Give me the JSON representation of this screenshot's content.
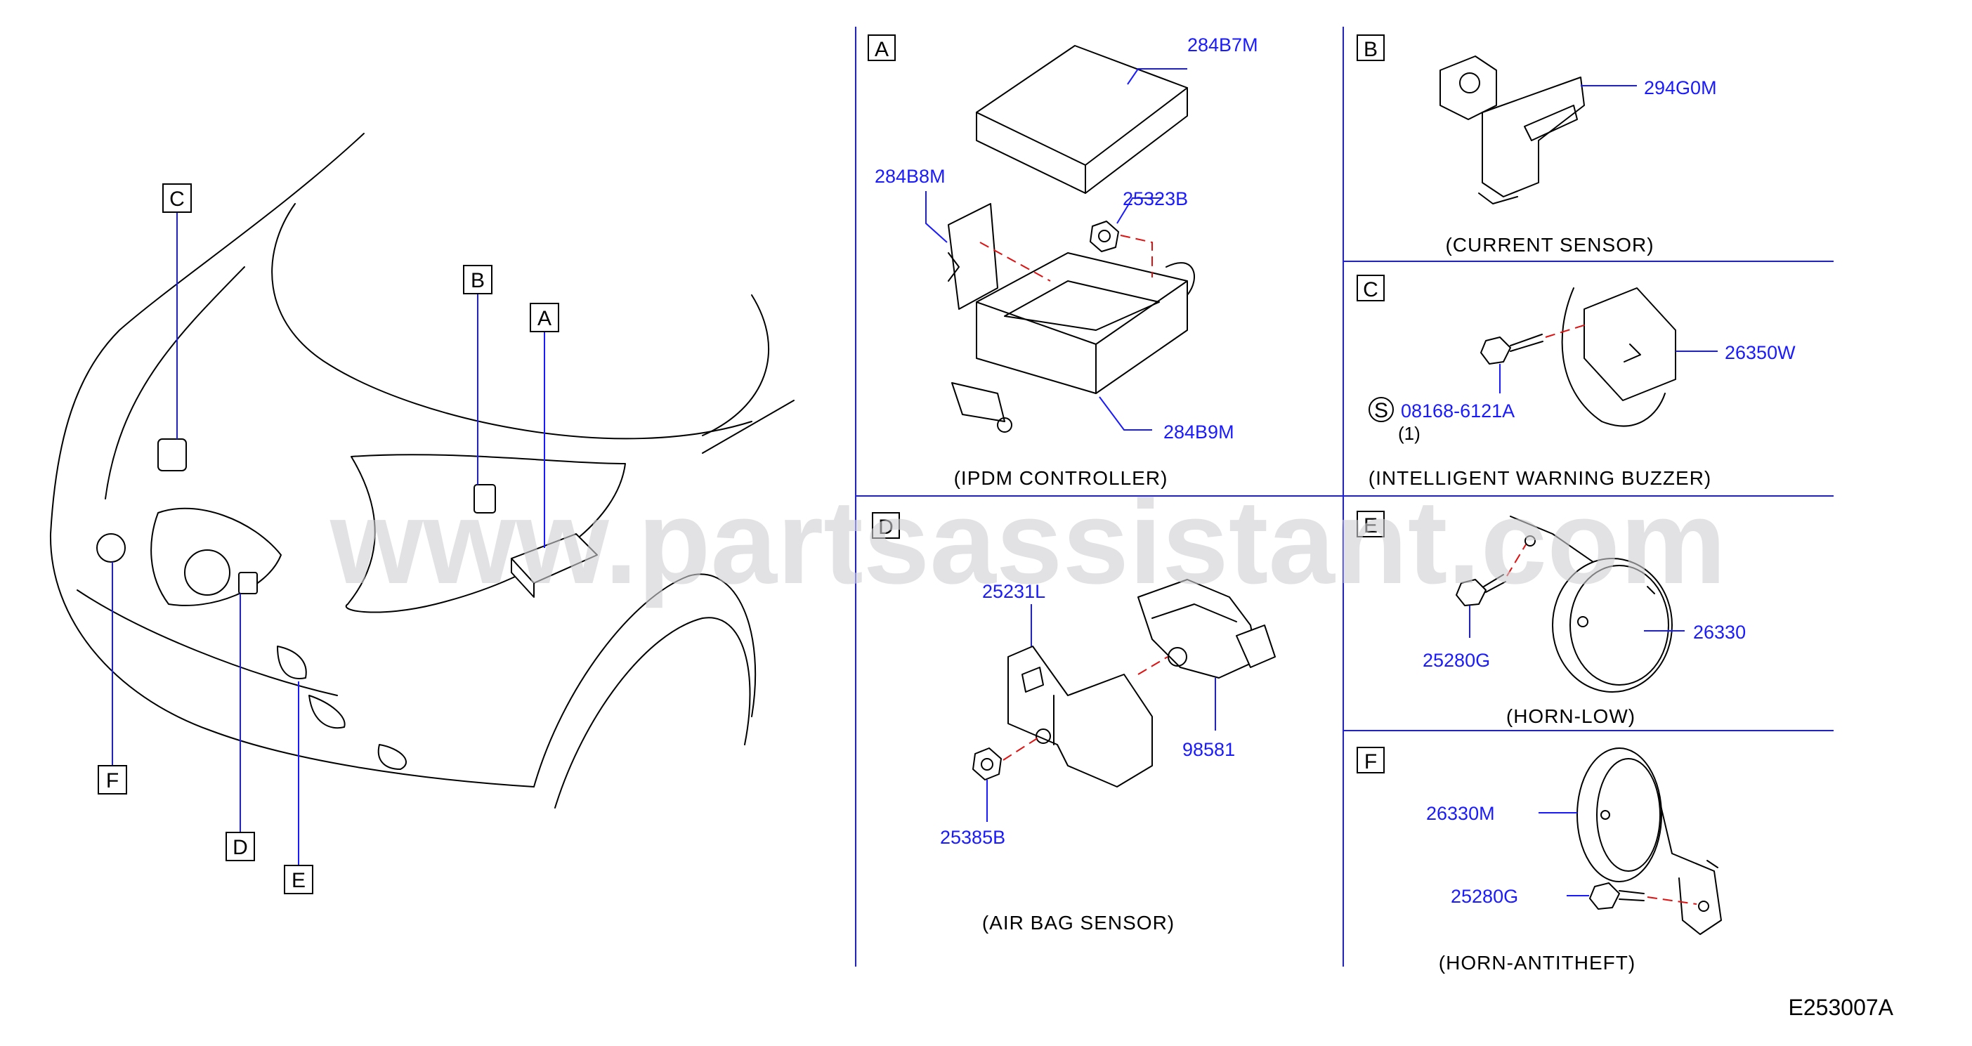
{
  "diagram": {
    "watermark": "www.partsassistant.com",
    "diagram_code": "E253007A",
    "overview_markers": [
      "A",
      "B",
      "C",
      "D",
      "E",
      "F"
    ],
    "panels": {
      "A": {
        "letter": "A",
        "caption": "(IPDM   CONTROLLER)",
        "parts": [
          "284B7M",
          "284B8M",
          "25323B",
          "284B9M"
        ]
      },
      "B": {
        "letter": "B",
        "caption": "(CURRENT   SENSOR)",
        "parts": [
          "294G0M"
        ]
      },
      "C": {
        "letter": "C",
        "caption": "(INTELLIGENT   WARNING   BUZZER)",
        "parts": [
          "26350W",
          "08168-6121A"
        ],
        "symbol": "S",
        "quantity": "(1)"
      },
      "D": {
        "letter": "D",
        "caption": "(AIR   BAG   SENSOR)",
        "parts": [
          "25231L",
          "98581",
          "25385B"
        ]
      },
      "E": {
        "letter": "E",
        "caption": "(HORN-LOW)",
        "parts": [
          "25280G",
          "26330"
        ]
      },
      "F": {
        "letter": "F",
        "caption": "(HORN-ANTITHEFT)",
        "parts": [
          "26330M",
          "25280G"
        ]
      }
    }
  }
}
